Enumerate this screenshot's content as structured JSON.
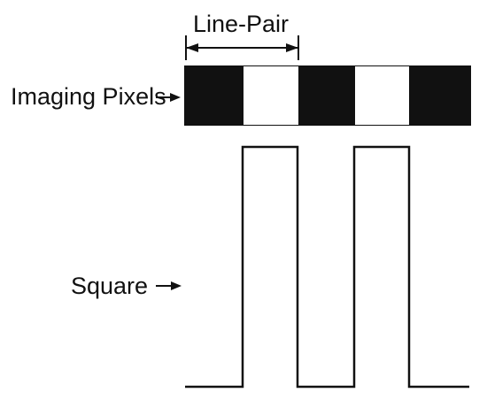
{
  "labels": {
    "line_pair": "Line-Pair",
    "imaging_pixels": "Imaging Pixels",
    "square": "Square"
  },
  "pixel_pattern": [
    "black",
    "white",
    "black",
    "white",
    "black"
  ],
  "colors": {
    "black": "#111111",
    "white": "#ffffff",
    "line": "#111111"
  }
}
